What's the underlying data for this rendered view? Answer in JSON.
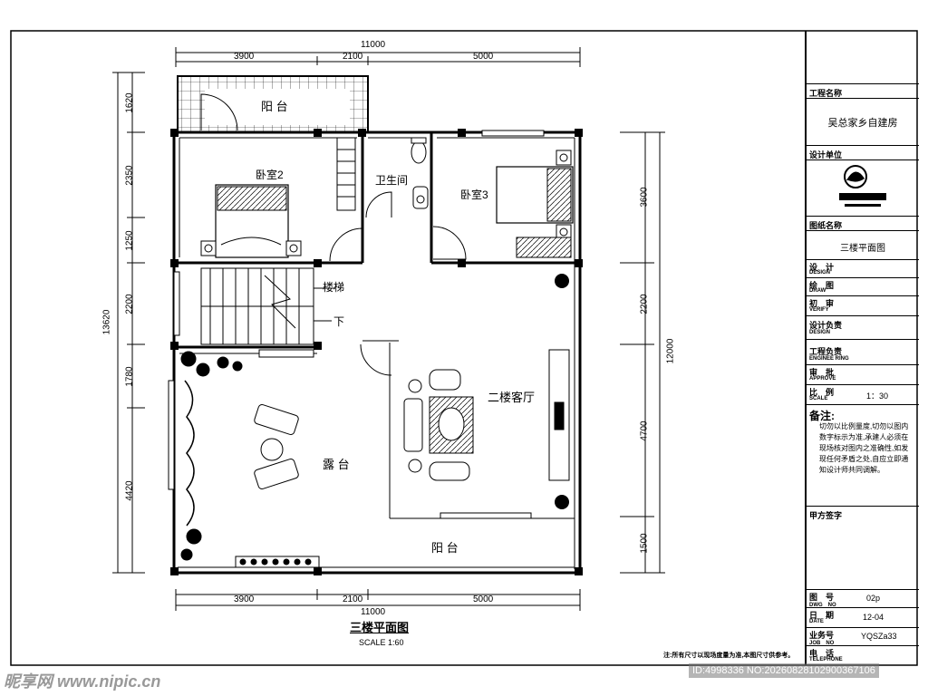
{
  "plan": {
    "rooms": {
      "balcony_top": "阳 台",
      "bedroom2": "卧室2",
      "bathroom": "卫生间",
      "bedroom3": "卧室3",
      "stairs": "楼梯",
      "down": "下",
      "living": "二楼客厅",
      "terrace": "露 台",
      "balcony_bottom": "阳 台"
    },
    "dims_top": {
      "total": "11000",
      "seg1": "3900",
      "seg2": "2100",
      "seg3": "5000"
    },
    "dims_bottom": {
      "total": "11000",
      "seg1": "3900",
      "seg2": "2100",
      "seg3": "5000"
    },
    "dims_left": {
      "total": "13620",
      "seg1": "1620",
      "seg2": "2350",
      "seg3": "1250",
      "seg4": "2200",
      "seg5": "1780",
      "seg6": "4420"
    },
    "dims_right": {
      "total": "12000",
      "seg1": "3600",
      "seg2": "2200",
      "seg3": "4700",
      "seg4": "1500"
    },
    "title": "三楼平面图",
    "scale": "SCALE 1:60",
    "footnote": "注:所有尺寸以现场度量为准,本图尺寸供参考。"
  },
  "title_block": {
    "project_name_label": "工程名称",
    "project_name": "吴总家乡自建房",
    "design_unit_label": "设计单位",
    "drawing_name_label": "图纸名称",
    "drawing_name": "三楼平面图",
    "design_label": "设　计",
    "design_en": "DESIGN",
    "draw_label": "绘　图",
    "draw_en": "DRAW",
    "verify_label": "初　审",
    "verify_en": "VERIFY",
    "design_lead_label": "设计负责",
    "design_lead_en": "DESIGN",
    "eng_lead_label": "工程负责",
    "eng_lead_en": "ENGINEE RING",
    "approve_label": "审　批",
    "approve_en": "APPROVE",
    "scale_label": "比　例",
    "scale_en": "SCALE",
    "scale_value": "1：30",
    "remarks_label": "备注:",
    "remarks_text": "切勿以比例量度,切勿以图内数字标示为准,承建人必须在现场核对图内之准确性,如发现任何矛盾之处,自应立即通知设计师共同调解。",
    "client_sign_label": "甲方签字",
    "dwg_label": "图　号",
    "dwg_en": "DWG　NO",
    "dwg_value": "02p",
    "date_label": "日　期",
    "date_en": "DATE",
    "date_value": "12-04",
    "job_label": "业务号",
    "job_en": "JOB　NO",
    "job_value": "YQSZa33",
    "tel_label": "电　话",
    "tel_en": "TELEPHONE"
  },
  "watermark": {
    "site": "昵享网 www.nipic.cn",
    "id": "ID:4998336 NO:20260828102900367106"
  }
}
